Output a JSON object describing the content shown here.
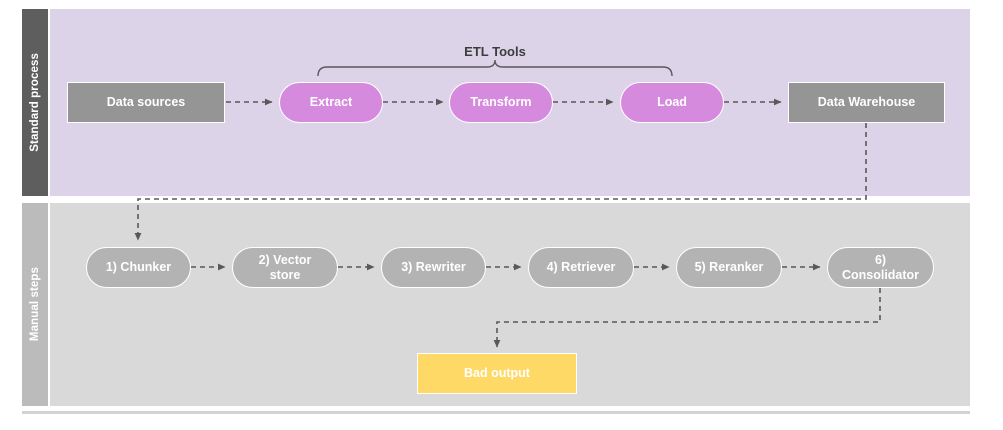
{
  "diagram": {
    "title_bracket": "ETL Tools",
    "lanes": [
      {
        "id": "standard-process",
        "label": "Standard process",
        "header_color": "#5e5e5e",
        "body_color": "#dcd3e9"
      },
      {
        "id": "manual-steps",
        "label": "Manual steps",
        "header_color": "#bbbbbb",
        "body_color": "#d9d9d9"
      }
    ],
    "top_nodes": [
      {
        "id": "data-sources",
        "label": "Data sources",
        "shape": "rect",
        "color": "#959595"
      },
      {
        "id": "extract",
        "label": "Extract",
        "shape": "pill",
        "color": "#d68ade"
      },
      {
        "id": "transform",
        "label": "Transform",
        "shape": "pill",
        "color": "#d68ade"
      },
      {
        "id": "load",
        "label": "Load",
        "shape": "pill",
        "color": "#d68ade"
      },
      {
        "id": "data-warehouse",
        "label": "Data Warehouse",
        "shape": "rect",
        "color": "#959595"
      }
    ],
    "bottom_nodes": [
      {
        "id": "chunker",
        "label": "1) Chunker",
        "shape": "pill",
        "color": "#b3b3b3"
      },
      {
        "id": "vector-store",
        "label": "2) Vector store",
        "shape": "pill",
        "color": "#b3b3b3"
      },
      {
        "id": "rewriter",
        "label": "3) Rewriter",
        "shape": "pill",
        "color": "#b3b3b3"
      },
      {
        "id": "retriever",
        "label": "4) Retriever",
        "shape": "pill",
        "color": "#b3b3b3"
      },
      {
        "id": "reranker",
        "label": "5) Reranker",
        "shape": "pill",
        "color": "#b3b3b3"
      },
      {
        "id": "consolidator",
        "label": "6) Consolidator",
        "shape": "pill",
        "color": "#b3b3b3"
      }
    ],
    "output_node": {
      "id": "bad-output",
      "label": "Bad output",
      "shape": "rect",
      "color": "#ffd966"
    },
    "edge_color": "#595959"
  }
}
